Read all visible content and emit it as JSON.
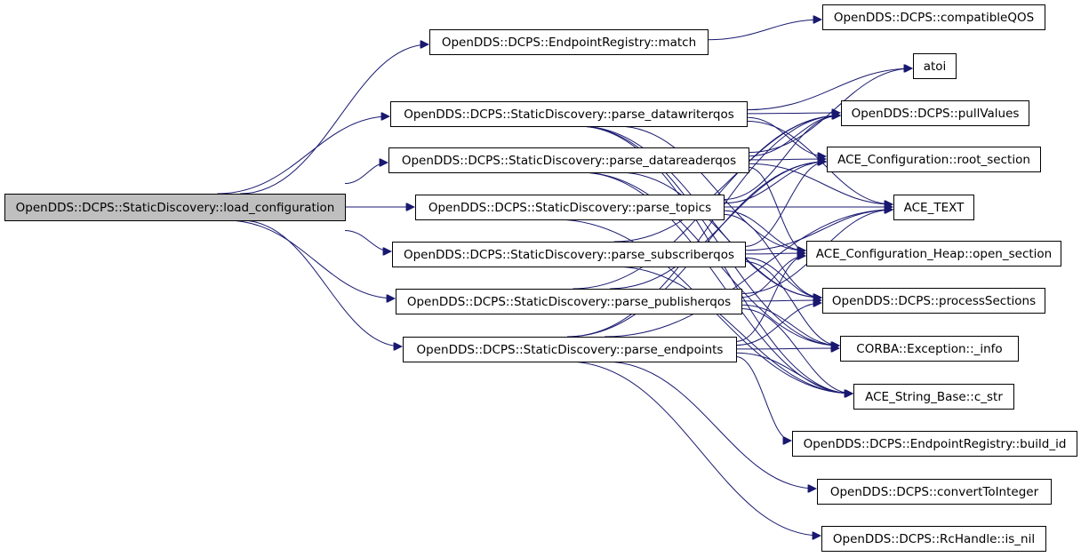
{
  "diagram": {
    "type": "call-graph",
    "root": "OpenDDS::DCPS::StaticDiscovery::load_configuration",
    "colors": {
      "root_fill": "#bfbfbf",
      "node_fill": "#ffffff",
      "edge": "#191970"
    },
    "nodes": [
      {
        "id": "load_configuration",
        "label": "OpenDDS::DCPS::StaticDiscovery::load_configuration",
        "highlighted": true
      },
      {
        "id": "match",
        "label": "OpenDDS::DCPS::EndpointRegistry::match"
      },
      {
        "id": "parse_datawriterqos",
        "label": "OpenDDS::DCPS::StaticDiscovery::parse_datawriterqos"
      },
      {
        "id": "parse_datareaderqos",
        "label": "OpenDDS::DCPS::StaticDiscovery::parse_datareaderqos"
      },
      {
        "id": "parse_topics",
        "label": "OpenDDS::DCPS::StaticDiscovery::parse_topics"
      },
      {
        "id": "parse_subscriberqos",
        "label": "OpenDDS::DCPS::StaticDiscovery::parse_subscriberqos"
      },
      {
        "id": "parse_publisherqos",
        "label": "OpenDDS::DCPS::StaticDiscovery::parse_publisherqos"
      },
      {
        "id": "parse_endpoints",
        "label": "OpenDDS::DCPS::StaticDiscovery::parse_endpoints"
      },
      {
        "id": "compatibleQOS",
        "label": "OpenDDS::DCPS::compatibleQOS"
      },
      {
        "id": "atoi",
        "label": "atoi"
      },
      {
        "id": "pullValues",
        "label": "OpenDDS::DCPS::pullValues"
      },
      {
        "id": "root_section",
        "label": "ACE_Configuration::root_section"
      },
      {
        "id": "ACE_TEXT",
        "label": "ACE_TEXT"
      },
      {
        "id": "open_section",
        "label": "ACE_Configuration_Heap::open_section"
      },
      {
        "id": "processSections",
        "label": "OpenDDS::DCPS::processSections"
      },
      {
        "id": "_info",
        "label": "CORBA::Exception::_info"
      },
      {
        "id": "c_str",
        "label": "ACE_String_Base::c_str"
      },
      {
        "id": "build_id",
        "label": "OpenDDS::DCPS::EndpointRegistry::build_id"
      },
      {
        "id": "convertToInteger",
        "label": "OpenDDS::DCPS::convertToInteger"
      },
      {
        "id": "is_nil",
        "label": "OpenDDS::DCPS::RcHandle::is_nil"
      }
    ],
    "edges": [
      {
        "from": "load_configuration",
        "to": "match"
      },
      {
        "from": "load_configuration",
        "to": "parse_datawriterqos"
      },
      {
        "from": "load_configuration",
        "to": "parse_datareaderqos"
      },
      {
        "from": "load_configuration",
        "to": "parse_topics"
      },
      {
        "from": "load_configuration",
        "to": "parse_subscriberqos"
      },
      {
        "from": "load_configuration",
        "to": "parse_publisherqos"
      },
      {
        "from": "load_configuration",
        "to": "parse_endpoints"
      },
      {
        "from": "match",
        "to": "compatibleQOS"
      },
      {
        "from": "parse_datawriterqos",
        "to": "atoi"
      },
      {
        "from": "parse_datawriterqos",
        "to": "pullValues"
      },
      {
        "from": "parse_datawriterqos",
        "to": "root_section"
      },
      {
        "from": "parse_datawriterqos",
        "to": "ACE_TEXT"
      },
      {
        "from": "parse_datawriterqos",
        "to": "open_section"
      },
      {
        "from": "parse_datawriterqos",
        "to": "processSections"
      },
      {
        "from": "parse_datawriterqos",
        "to": "_info"
      },
      {
        "from": "parse_datawriterqos",
        "to": "c_str"
      },
      {
        "from": "parse_datareaderqos",
        "to": "atoi"
      },
      {
        "from": "parse_datareaderqos",
        "to": "pullValues"
      },
      {
        "from": "parse_datareaderqos",
        "to": "root_section"
      },
      {
        "from": "parse_datareaderqos",
        "to": "ACE_TEXT"
      },
      {
        "from": "parse_datareaderqos",
        "to": "open_section"
      },
      {
        "from": "parse_datareaderqos",
        "to": "processSections"
      },
      {
        "from": "parse_datareaderqos",
        "to": "_info"
      },
      {
        "from": "parse_datareaderqos",
        "to": "c_str"
      },
      {
        "from": "parse_topics",
        "to": "pullValues"
      },
      {
        "from": "parse_topics",
        "to": "root_section"
      },
      {
        "from": "parse_topics",
        "to": "ACE_TEXT"
      },
      {
        "from": "parse_topics",
        "to": "open_section"
      },
      {
        "from": "parse_topics",
        "to": "processSections"
      },
      {
        "from": "parse_topics",
        "to": "c_str"
      },
      {
        "from": "parse_subscriberqos",
        "to": "pullValues"
      },
      {
        "from": "parse_subscriberqos",
        "to": "root_section"
      },
      {
        "from": "parse_subscriberqos",
        "to": "ACE_TEXT"
      },
      {
        "from": "parse_subscriberqos",
        "to": "open_section"
      },
      {
        "from": "parse_subscriberqos",
        "to": "processSections"
      },
      {
        "from": "parse_subscriberqos",
        "to": "_info"
      },
      {
        "from": "parse_subscriberqos",
        "to": "c_str"
      },
      {
        "from": "parse_publisherqos",
        "to": "pullValues"
      },
      {
        "from": "parse_publisherqos",
        "to": "root_section"
      },
      {
        "from": "parse_publisherqos",
        "to": "ACE_TEXT"
      },
      {
        "from": "parse_publisherqos",
        "to": "open_section"
      },
      {
        "from": "parse_publisherqos",
        "to": "processSections"
      },
      {
        "from": "parse_publisherqos",
        "to": "_info"
      },
      {
        "from": "parse_publisherqos",
        "to": "c_str"
      },
      {
        "from": "parse_endpoints",
        "to": "pullValues"
      },
      {
        "from": "parse_endpoints",
        "to": "root_section"
      },
      {
        "from": "parse_endpoints",
        "to": "ACE_TEXT"
      },
      {
        "from": "parse_endpoints",
        "to": "open_section"
      },
      {
        "from": "parse_endpoints",
        "to": "processSections"
      },
      {
        "from": "parse_endpoints",
        "to": "_info"
      },
      {
        "from": "parse_endpoints",
        "to": "c_str"
      },
      {
        "from": "parse_endpoints",
        "to": "build_id"
      },
      {
        "from": "parse_endpoints",
        "to": "convertToInteger"
      },
      {
        "from": "parse_endpoints",
        "to": "is_nil"
      }
    ]
  }
}
